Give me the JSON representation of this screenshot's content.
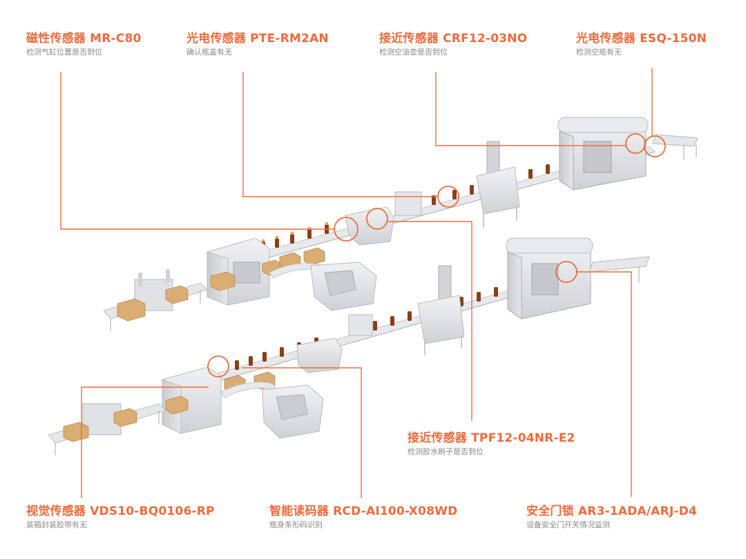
{
  "colors": {
    "accent": "#f06b3c",
    "machine": "#dcdde0",
    "machine_dark": "#b9bbc0",
    "box": "#d9ad73",
    "bottle": "#8a3e1c",
    "caption": "#8a8a8a"
  },
  "labels": [
    {
      "id": "magnetic",
      "title": "磁性传感器 MR-C80",
      "desc": "检测气缸位置是否到位"
    },
    {
      "id": "photo-pte",
      "title": "光电传感器 PTE-RM2AN",
      "desc": "确认瓶盖有无"
    },
    {
      "id": "prox-crf",
      "title": "接近传感器 CRF12-03NO",
      "desc": "检测空油壶是否到位"
    },
    {
      "id": "photo-esq",
      "title": "光电传感器 ESQ-150N",
      "desc": "检测空瓶有无"
    },
    {
      "id": "prox-tpf",
      "title": "接近传感器  TPF12-04NR-E2",
      "desc": "检测胶水刷子是否到位"
    },
    {
      "id": "vision",
      "title": "视觉传感器 VDS10-BQ0106-RP",
      "desc": "装箱封装胶带有无"
    },
    {
      "id": "reader",
      "title": "智能读码器  RCD-AI100-X08WD",
      "desc": "瓶身条形码识别"
    },
    {
      "id": "door-lock",
      "title": "安全门锁  AR3-1ADA/ARJ-D4",
      "desc": "设备安全门开关情况监测"
    }
  ]
}
